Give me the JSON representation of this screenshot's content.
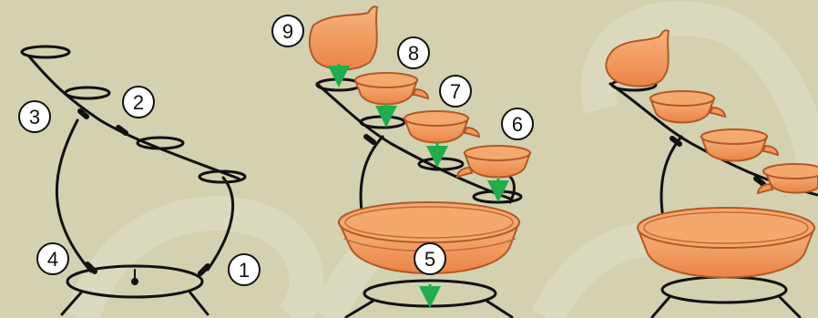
{
  "diagram": {
    "colors": {
      "background": "#d3d1b0",
      "swirl": "#dcdac0",
      "frame": "#111111",
      "pot_fill": "#f29a5c",
      "pot_edge": "#b05a28",
      "arrow": "#1fae4b",
      "callout_fill": "#ffffff"
    },
    "callouts": [
      {
        "id": "1",
        "label": "1"
      },
      {
        "id": "2",
        "label": "2"
      },
      {
        "id": "3",
        "label": "3"
      },
      {
        "id": "4",
        "label": "4"
      },
      {
        "id": "5",
        "label": "5"
      },
      {
        "id": "6",
        "label": "6"
      },
      {
        "id": "7",
        "label": "7"
      },
      {
        "id": "8",
        "label": "8"
      },
      {
        "id": "9",
        "label": "9"
      }
    ]
  }
}
